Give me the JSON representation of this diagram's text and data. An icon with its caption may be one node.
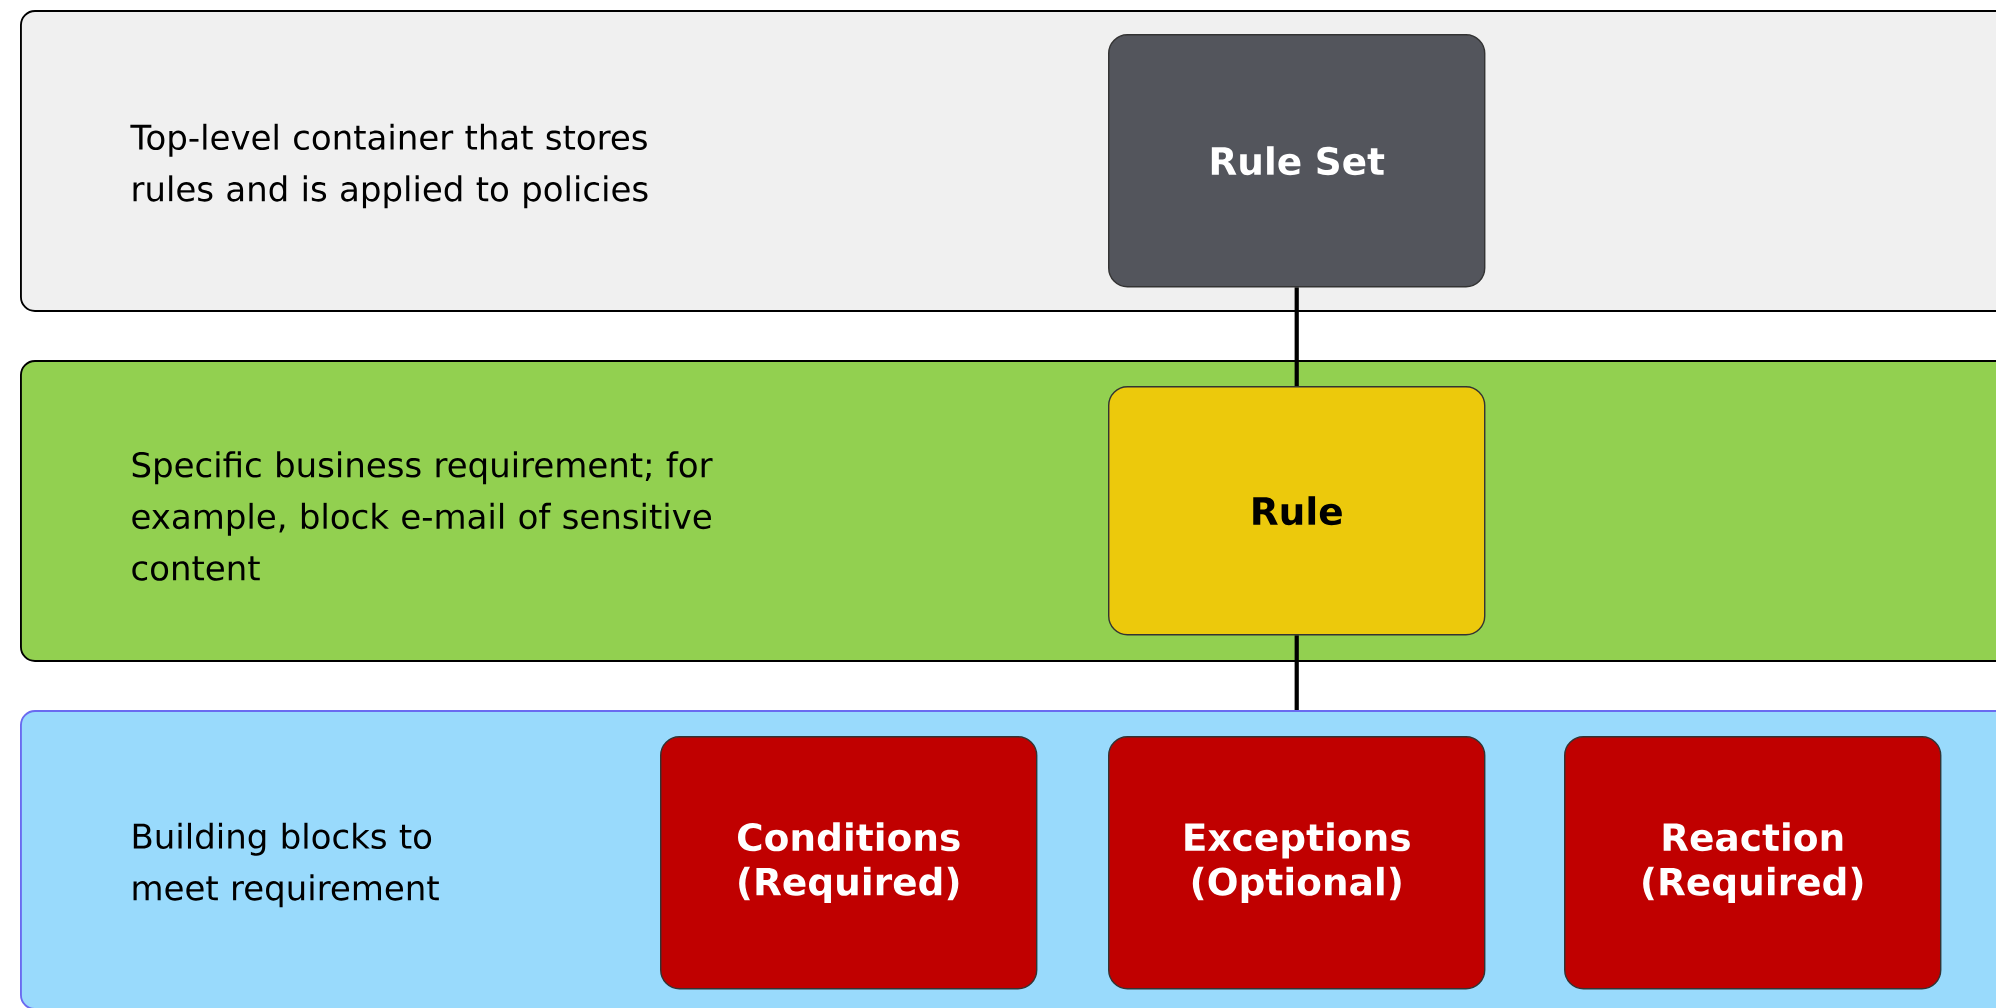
{
  "diagram": {
    "nodes": [
      {
        "text": [
          "Top-level container that stores rules and is applied to policies"
        ]
      },
      {
        "text": [
          "Rule Set"
        ],
        "in": 0
      },
      {
        "text": [
          "Specific business requirement; for example, block e-mail of sensitive content"
        ]
      },
      {
        "text": [
          "Rule"
        ],
        "in": 2
      },
      {
        "text": [
          "Building blocks to meet requirement"
        ]
      },
      {
        "text": [
          "Conditions (Required)"
        ],
        "in": 4
      },
      {
        "text": [
          "Exceptions (Optional)"
        ],
        "in": 4
      },
      {
        "text": [
          "Reaction (Required)"
        ],
        "in": 4
      }
    ],
    "edges": [
      {
        "from": 1,
        "to": 3,
        "arrow": "none"
      },
      {
        "from": 3,
        "to": 4,
        "arrow": "none"
      }
    ]
  }
}
